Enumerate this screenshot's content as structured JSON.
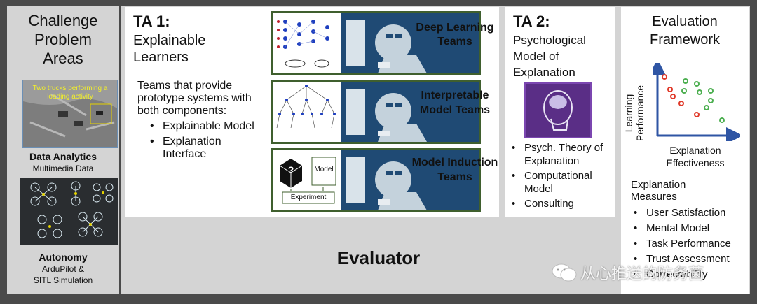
{
  "left": {
    "title": "Challenge Problem Areas",
    "image1_caption": "Two trucks performing a loading activity",
    "data_analytics_title": "Data Analytics",
    "data_analytics_sub": "Multimedia Data",
    "autonomy_title": "Autonomy",
    "autonomy_sub1": "ArduPilot &",
    "autonomy_sub2": "SITL Simulation"
  },
  "ta1": {
    "title": "TA 1:",
    "subtitle": "Explainable Learners",
    "desc": "Teams that provide prototype systems with both components:",
    "bullets": [
      "Explainable Model",
      "Explanation Interface"
    ],
    "teams": [
      "Deep Learning Teams",
      "Interpretable Model Teams",
      "Model Induction Teams"
    ],
    "diagram_labels": {
      "model": "Model",
      "experiment": "Experiment",
      "unknown": "?"
    }
  },
  "ta2": {
    "title": "TA 2:",
    "subtitle": "Psychological Model of Explanation",
    "bullets": [
      "Psych. Theory of Explanation",
      "Computational Model",
      "Consulting"
    ]
  },
  "eval": {
    "title": "Evaluation Framework",
    "y_axis": "Learning Performance",
    "x_axis": "Explanation Effectiveness",
    "measures_title": "Explanation Measures",
    "measures": [
      "User Satisfaction",
      "Mental Model",
      "Task Performance",
      "Trust Assessment",
      "Correctability"
    ]
  },
  "bottom": {
    "evaluator": "Evaluator",
    "watermark": "从心推送的防务菌"
  },
  "colors": {
    "frame": "#4a4a4a",
    "panel_grey": "#d4d4d4",
    "green_border": "#3f5f2e",
    "scatter_red": "#e03a2a",
    "scatter_green": "#4caf50",
    "axis_blue": "#2f55a4"
  }
}
